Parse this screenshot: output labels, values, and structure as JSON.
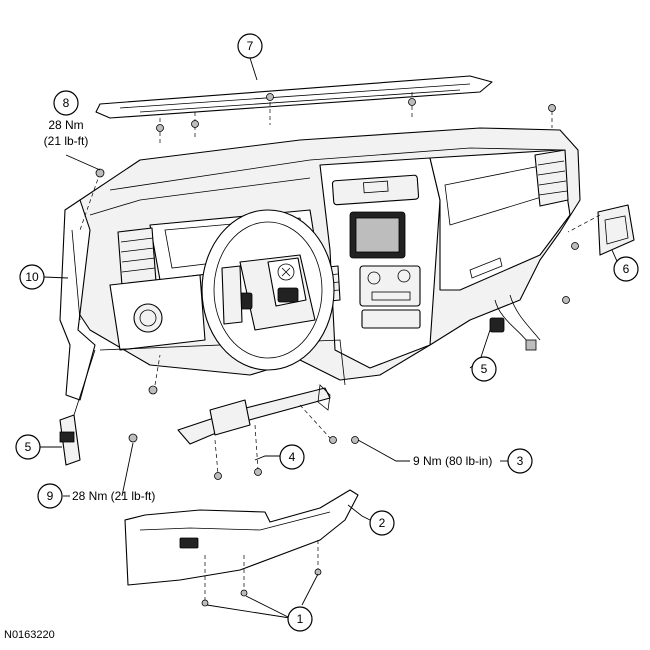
{
  "figure_id": "N0163220",
  "callouts": [
    {
      "num": "1"
    },
    {
      "num": "2"
    },
    {
      "num": "3"
    },
    {
      "num": "4"
    },
    {
      "num": "5"
    },
    {
      "num": "5"
    },
    {
      "num": "6"
    },
    {
      "num": "7"
    },
    {
      "num": "8"
    },
    {
      "num": "9"
    },
    {
      "num": "10"
    }
  ],
  "torque_specs": {
    "item8_nm": "28 Nm",
    "item8_lbft": "(21 lb-ft)",
    "item3": "9 Nm (80 lb-in)",
    "item9": "28 Nm (21 lb-ft)"
  }
}
